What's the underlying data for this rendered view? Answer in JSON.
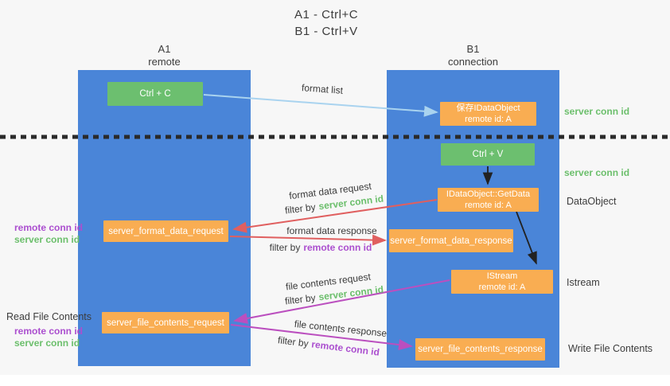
{
  "title": {
    "line1": "A1 - Ctrl+C",
    "line2": "B1 - Ctrl+V"
  },
  "columns": {
    "left": {
      "name": "A1",
      "subtitle": "remote"
    },
    "right": {
      "name": "B1",
      "subtitle": "connection"
    }
  },
  "nodes": {
    "ctrl_c": {
      "label": "Ctrl + C"
    },
    "ctrl_v": {
      "label": "Ctrl + V"
    },
    "save_dataobject": {
      "line1": "保存IDataObject",
      "line2": "remote id: A"
    },
    "getdata": {
      "line1": "IDataObject::GetData",
      "line2": "remote id: A"
    },
    "istream": {
      "line1": "IStream",
      "line2": "remote id: A"
    },
    "server_format_data_request": {
      "label": "server_format_data_request"
    },
    "server_format_data_response": {
      "label": "server_format_data_response"
    },
    "server_file_contents_request": {
      "label": "server_file_contents_request"
    },
    "server_file_contents_response": {
      "label": "server_file_contents_response"
    }
  },
  "flow_labels": {
    "format_list": "format list",
    "format_data_request": "format data request",
    "format_data_response": "format data response",
    "file_contents_request": "file contents request",
    "file_contents_response": "file contents response",
    "filter_by": "filter by",
    "server_conn_id": "server conn id",
    "remote_conn_id": "remote conn id"
  },
  "side_labels": {
    "server_conn_id_top": "server conn id",
    "server_conn_id_mid": "server conn id",
    "dataobject": "DataObject",
    "istream": "Istream",
    "write_file_contents": "Write File Contents",
    "read_file_contents": "Read File Contents",
    "remote_conn_id": "remote conn id",
    "server_conn_id": "server conn id"
  },
  "colors": {
    "column_blue": "#4a85d8",
    "node_green": "#6cbf6f",
    "node_orange": "#f9ad52",
    "arrow_light_blue": "#a9d3ef",
    "arrow_red": "#e05f5f",
    "arrow_magenta": "#bb4fbf",
    "arrow_black": "#222222",
    "text_green": "#6cbf6c",
    "text_purple": "#ab4fcf",
    "background": "#f7f7f7"
  }
}
